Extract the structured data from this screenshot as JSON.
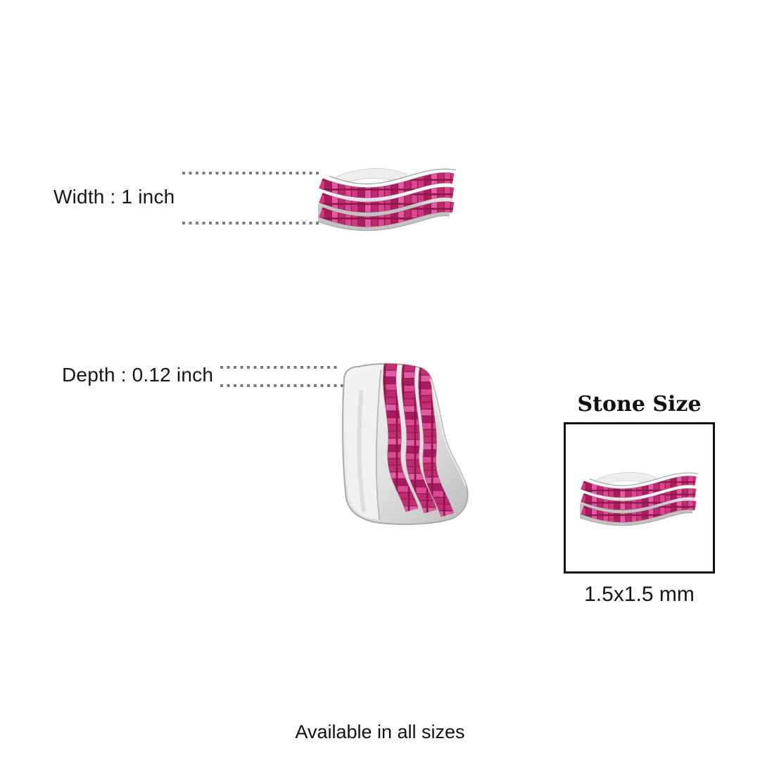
{
  "canvas": {
    "background": "#ffffff"
  },
  "colors": {
    "ruby_bright": "#e35ba5",
    "ruby_mid": "#c42e74",
    "ruby_deep": "#a81b5c",
    "ruby_channel": "#8c1747",
    "silver_light": "#f7f7f7",
    "silver_dark": "#c3c3c3",
    "dotted_line": "#7b7b7b",
    "box_border": "#111111",
    "text": "#141414"
  },
  "width_annotation": {
    "label": "Width : 1 inch"
  },
  "depth_annotation": {
    "label": "Depth : 0.12 inch"
  },
  "stone_size": {
    "title": "Stone Size",
    "value": "1.5x1.5 mm"
  },
  "availability": {
    "text": "Available in all sizes"
  }
}
